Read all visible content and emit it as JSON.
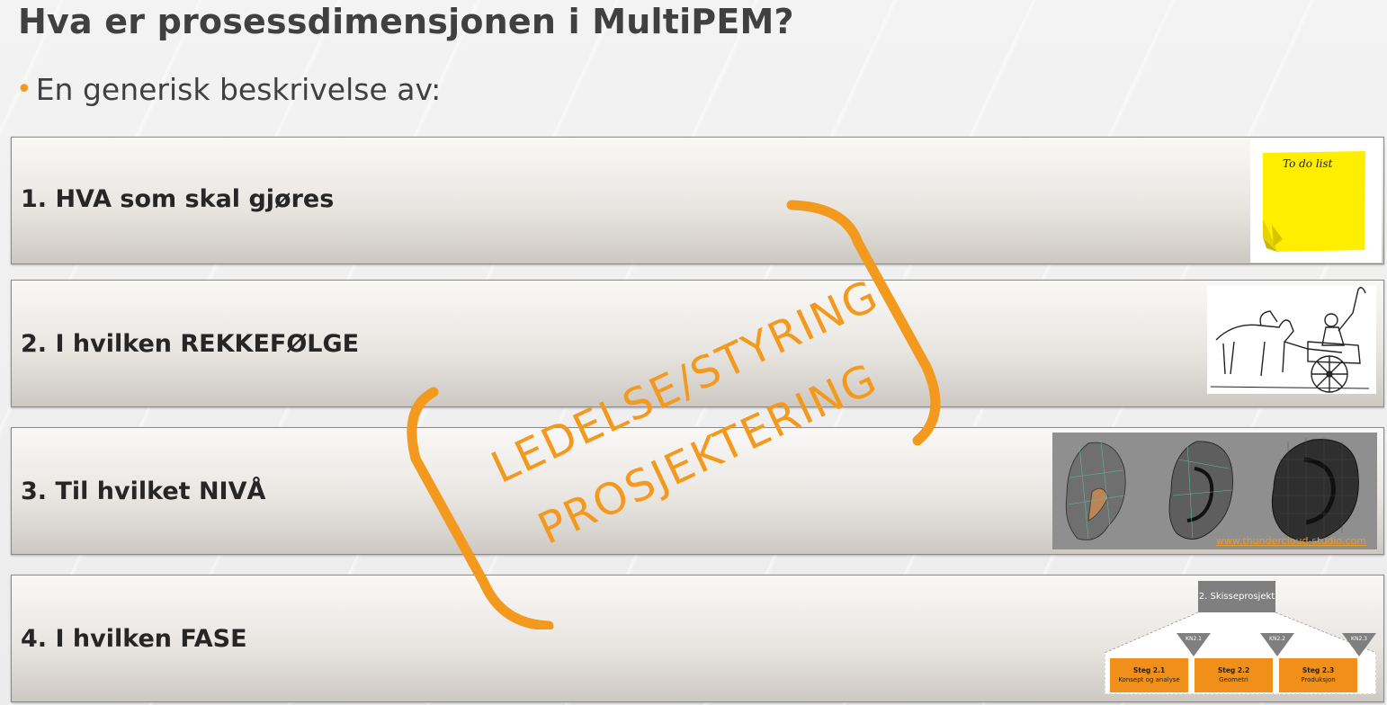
{
  "slide": {
    "title": "Hva er prosessdimensjonen i MultiPEM?",
    "intro_bullet": "En generisk beskrivelse av:"
  },
  "rows": [
    {
      "label": "1. HVA som skal gjøres"
    },
    {
      "label": "2. I hvilken REKKEFØLGE"
    },
    {
      "label": "3. Til hvilket NIVÅ"
    },
    {
      "label": "4. I hvilken FASE"
    }
  ],
  "overlay": {
    "line1": "LEDELSE/STYRING",
    "line2": "PROSJEKTERING"
  },
  "pictures": {
    "sticky_note_text": "To do list",
    "ear_credit": "www.thundercloud-studio.com",
    "phase": {
      "top": "2. Skisseprosjekt",
      "gates": [
        "KN2.1",
        "KN2.2",
        "KN2.3"
      ],
      "steps": [
        {
          "title": "Steg 2.1",
          "sub": "Konsept og analyse"
        },
        {
          "title": "Steg 2.2",
          "sub": "Geometri"
        },
        {
          "title": "Steg 2.3",
          "sub": "Produksjon"
        }
      ]
    }
  },
  "colors": {
    "accent": "#f39a1e",
    "title_text": "#404040",
    "sticky": "#ffee00"
  }
}
